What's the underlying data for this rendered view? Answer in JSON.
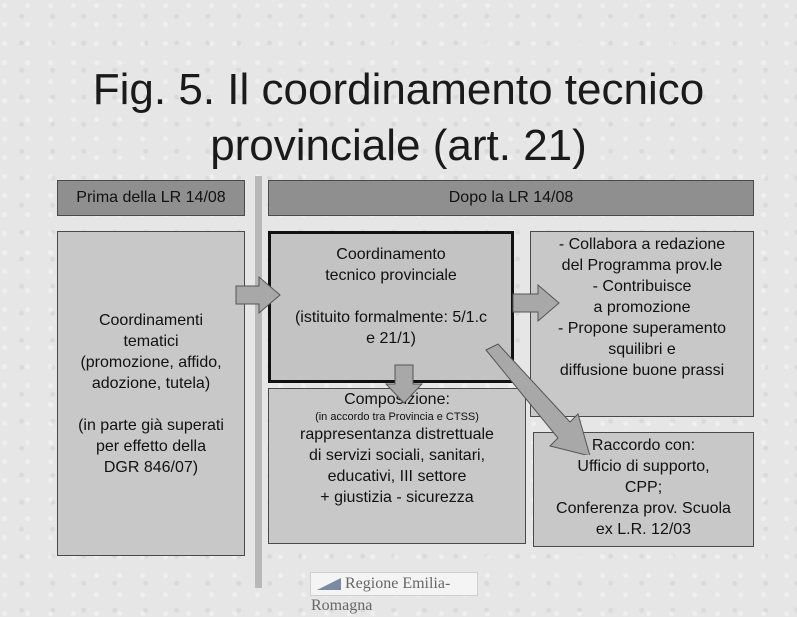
{
  "title": {
    "line1": "Fig. 5. Il coordinamento tecnico",
    "line2": "provinciale (art. 21)"
  },
  "headers": {
    "before": "Prima della LR 14/08",
    "after": "Dopo la LR 14/08"
  },
  "left_box": {
    "lines": [
      "Coordinamenti",
      "tematici",
      "(promozione, affido,",
      "adozione, tutela)"
    ],
    "note_lines": [
      "(in parte già superati",
      "per effetto della",
      "DGR 846/07)"
    ]
  },
  "center_box": {
    "lines": [
      "Coordinamento",
      "tecnico provinciale"
    ],
    "note_lines": [
      "(istituito formalmente: 5/1.c",
      "e 21/1)"
    ]
  },
  "right_top_box": {
    "lines": [
      "- Collabora a redazione",
      "del Programma prov.le",
      "- Contribuisce",
      "a promozione",
      "- Propone superamento",
      "squilibri e",
      "diffusione buone prassi"
    ]
  },
  "composition_box": {
    "heading": "Composizione:",
    "small": "(in accordo tra Provincia e CTSS)",
    "lines": [
      "rappresentanza distrettuale",
      "di servizi sociali, sanitari,",
      "educativi, III settore",
      "+ giustizia - sicurezza"
    ]
  },
  "right_bottom_box": {
    "lines": [
      "Raccordo con:",
      "Ufficio di supporto,",
      "CPP;",
      "Conferenza prov. Scuola",
      "ex L.R. 12/03"
    ]
  },
  "logo": {
    "text": "Regione Emilia-Romagna"
  }
}
